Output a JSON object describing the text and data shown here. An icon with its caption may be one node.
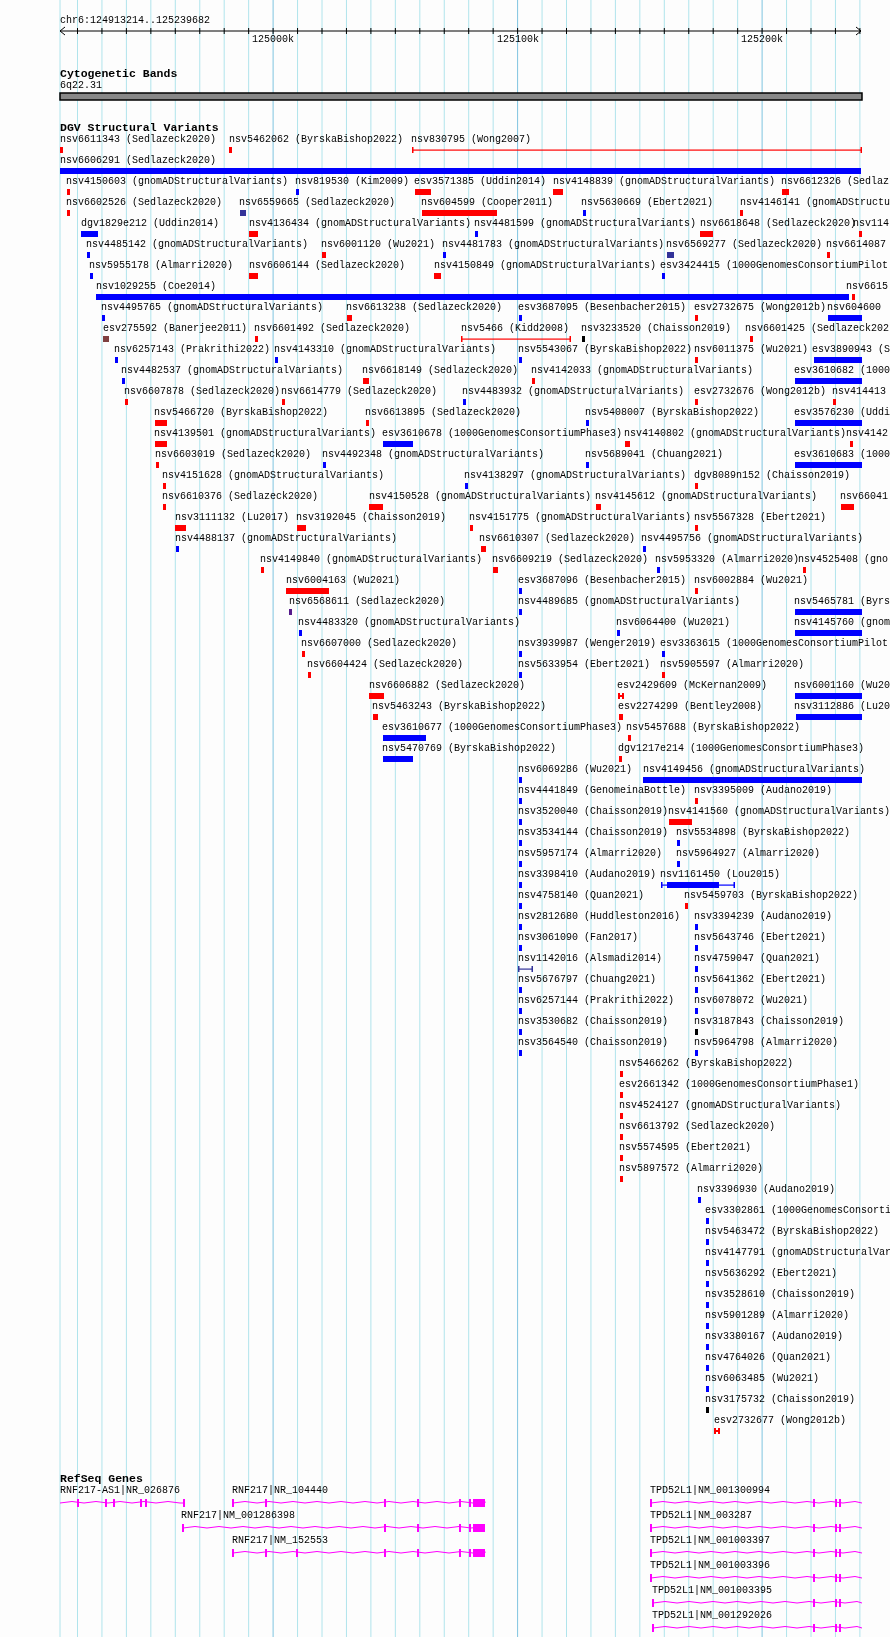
{
  "diagram": {
    "labels": [
      "chr6:124913214..125239682",
      "125000k",
      "125100k",
      "125200k",
      "Cytogenetic Bands",
      "6q22.31",
      "DGV Structural Variants",
      "nsv6611343 (Sedlazeck2020)",
      "nsv5462062 (ByrskaBishop2022)",
      "nsv830795 (Wong2007)",
      "nsv6606291 (Sedlazeck2020)",
      "nsv4150603 (gnomADStructuralVariants)",
      "nsv819530 (Kim2009)",
      "esv3571385 (Uddin2014)",
      "nsv4148839 (gnomADStructuralVariants)",
      "nsv6612326 (Sedlaz",
      "nsv6602526 (Sedlazeck2020)",
      "nsv6559665 (Sedlazeck2020)",
      "nsv604599 (Cooper2011)",
      "nsv5630669 (Ebert2021)",
      "nsv4146141 (gnomADStructu",
      "dgv1829e212 (Uddin2014)",
      "nsv4136434 (gnomADStructuralVariants)",
      "nsv4481599 (gnomADStructuralVariants)",
      "nsv6618648 (Sedlazeck2020)",
      "nsv114",
      "nsv4485142 (gnomADStructuralVariants)",
      "nsv6001120 (Wu2021)",
      "nsv4481783 (gnomADStructuralVariants)",
      "nsv6569277 (Sedlazeck2020)",
      "nsv6614087",
      "nsv5955178 (Almarri2020)",
      "nsv6606144 (Sedlazeck2020)",
      "nsv4150849 (gnomADStructuralVariants)",
      "esv3424415 (1000GenomesConsortiumPilot",
      "nsv1029255 (Coe2014)",
      "nsv6615",
      "nsv4495765 (gnomADStructuralVariants)",
      "nsv6613238 (Sedlazeck2020)",
      "esv3687095 (Besenbacher2015)",
      "esv2732675 (Wong2012b)",
      "nsv604600",
      "esv275592 (Banerjee2011)",
      "nsv6601492 (Sedlazeck2020)",
      "nsv5466 (Kidd2008)",
      "nsv3233520 (Chaisson2019)",
      "nsv6601425 (Sedlazeck202",
      "nsv6257143 (Prakrithi2022)",
      "nsv4143310 (gnomADStructuralVariants)",
      "nsv5543067 (ByrskaBishop2022)",
      "nsv6011375 (Wu2021)",
      "esv3890943 (S",
      "nsv4482537 (gnomADStructuralVariants)",
      "nsv6618149 (Sedlazeck2020)",
      "nsv4142033 (gnomADStructuralVariants)",
      "esv3610682 (1000",
      "nsv6607878 (Sedlazeck2020)",
      "nsv6614779 (Sedlazeck2020)",
      "nsv4483932 (gnomADStructuralVariants)",
      "esv2732676 (Wong2012b)",
      "nsv414413",
      "nsv5466720 (ByrskaBishop2022)",
      "nsv6613895 (Sedlazeck2020)",
      "nsv5408007 (ByrskaBishop2022)",
      "esv3576230 (Uddi",
      "nsv4139501 (gnomADStructuralVariants)",
      "esv3610678 (1000GenomesConsortiumPhase3)",
      "nsv4140802 (gnomADStructuralVariants)",
      "nsv4142",
      "nsv6603019 (Sedlazeck2020)",
      "nsv4492348 (gnomADStructuralVariants)",
      "nsv5689041 (Chuang2021)",
      "esv3610683 (1000",
      "nsv4151628 (gnomADStructuralVariants)",
      "nsv4138297 (gnomADStructuralVariants)",
      "dgv8089n152 (Chaisson2019)",
      "nsv6610376 (Sedlazeck2020)",
      "nsv4150528 (gnomADStructuralVariants)",
      "nsv4145612 (gnomADStructuralVariants)",
      "nsv66041",
      "nsv3111132 (Lu2017)",
      "nsv3192045 (Chaisson2019)",
      "nsv4151775 (gnomADStructuralVariants)",
      "nsv5567328 (Ebert2021)",
      "nsv4488137 (gnomADStructuralVariants)",
      "nsv6610307 (Sedlazeck2020)",
      "nsv4495756 (gnomADStructuralVariants)",
      "nsv4149840 (gnomADStructuralVariants)",
      "nsv6609219 (Sedlazeck2020)",
      "nsv5953320 (Almarri2020)",
      "nsv4525408 (gno",
      "nsv6004163 (Wu2021)",
      "esv3687096 (Besenbacher2015)",
      "nsv6002884 (Wu2021)",
      "nsv6568611 (Sedlazeck2020)",
      "nsv4489685 (gnomADStructuralVariants)",
      "nsv5465781 (Byrs",
      "nsv4483320 (gnomADStructuralVariants)",
      "nsv6064400 (Wu2021)",
      "nsv4145760 (gnom",
      "nsv6607000 (Sedlazeck2020)",
      "nsv3939987 (Wenger2019)",
      "esv3363615 (1000GenomesConsortiumPilot",
      "nsv6604424 (Sedlazeck2020)",
      "nsv5633954 (Ebert2021)",
      "nsv5905597 (Almarri2020)",
      "nsv6606882 (Sedlazeck2020)",
      "esv2429609 (McKernan2009)",
      "nsv6001160 (Wu20",
      "nsv5463243 (ByrskaBishop2022)",
      "esv2274299 (Bentley2008)",
      "nsv3112886 (Lu20",
      "esv3610677 (1000GenomesConsortiumPhase3)",
      "nsv5457688 (ByrskaBishop2022)",
      "nsv5470769 (ByrskaBishop2022)",
      "dgv1217e214 (1000GenomesConsortiumPhase3)",
      "nsv6069286 (Wu2021)",
      "nsv4149456 (gnomADStructuralVariants)",
      "nsv4441849 (GenomeinaBottle)",
      "nsv3395009 (Audano2019)",
      "nsv3520040 (Chaisson2019)",
      "nsv4141560 (gnomADStructuralVariants)",
      "nsv3534144 (Chaisson2019)",
      "nsv5534898 (ByrskaBishop2022)",
      "nsv5957174 (Almarri2020)",
      "nsv5964927 (Almarri2020)",
      "nsv3398410 (Audano2019)",
      "nsv1161450 (Lou2015)",
      "nsv4758140 (Quan2021)",
      "nsv5459703 (ByrskaBishop2022)",
      "nsv2812680 (Huddleston2016)",
      "nsv3394239 (Audano2019)",
      "nsv3061090 (Fan2017)",
      "nsv5643746 (Ebert2021)",
      "nsv1142016 (Alsmadi2014)",
      "nsv4759047 (Quan2021)",
      "nsv5676797 (Chuang2021)",
      "nsv5641362 (Ebert2021)",
      "nsv6257144 (Prakrithi2022)",
      "nsv6078072 (Wu2021)",
      "nsv3530682 (Chaisson2019)",
      "nsv3187843 (Chaisson2019)",
      "nsv3564540 (Chaisson2019)",
      "nsv5964798 (Almarri2020)",
      "nsv5466262 (ByrskaBishop2022)",
      "esv2661342 (1000GenomesConsortiumPhase1)",
      "nsv4524127 (gnomADStructuralVariants)",
      "nsv6613792 (Sedlazeck2020)",
      "nsv5574595 (Ebert2021)",
      "nsv5897572 (Almarri2020)",
      "nsv3396930 (Audano2019)",
      "esv3302861 (1000GenomesConsorti",
      "nsv5463472 (ByrskaBishop2022)",
      "nsv4147791 (gnomADStructuralVar",
      "nsv5636292 (Ebert2021)",
      "nsv3528610 (Chaisson2019)",
      "nsv5901289 (Almarri2020)",
      "nsv3380167 (Audano2019)",
      "nsv4764026 (Quan2021)",
      "nsv6063485 (Wu2021)",
      "nsv3175732 (Chaisson2019)",
      "esv2732677 (Wong2012b)",
      "RefSeq Genes",
      "RNF217-AS1|NR_026876",
      "RNF217|NR_104440",
      "TPD52L1|NM_001300994",
      "RNF217|NM_001286398",
      "TPD52L1|NM_003287",
      "RNF217|NM_152553",
      "TPD52L1|NM_001003397",
      "TPD52L1|NM_001003396",
      "TPD52L1|NM_001003395",
      "TPD52L1|NM_001292026"
    ]
  }
}
